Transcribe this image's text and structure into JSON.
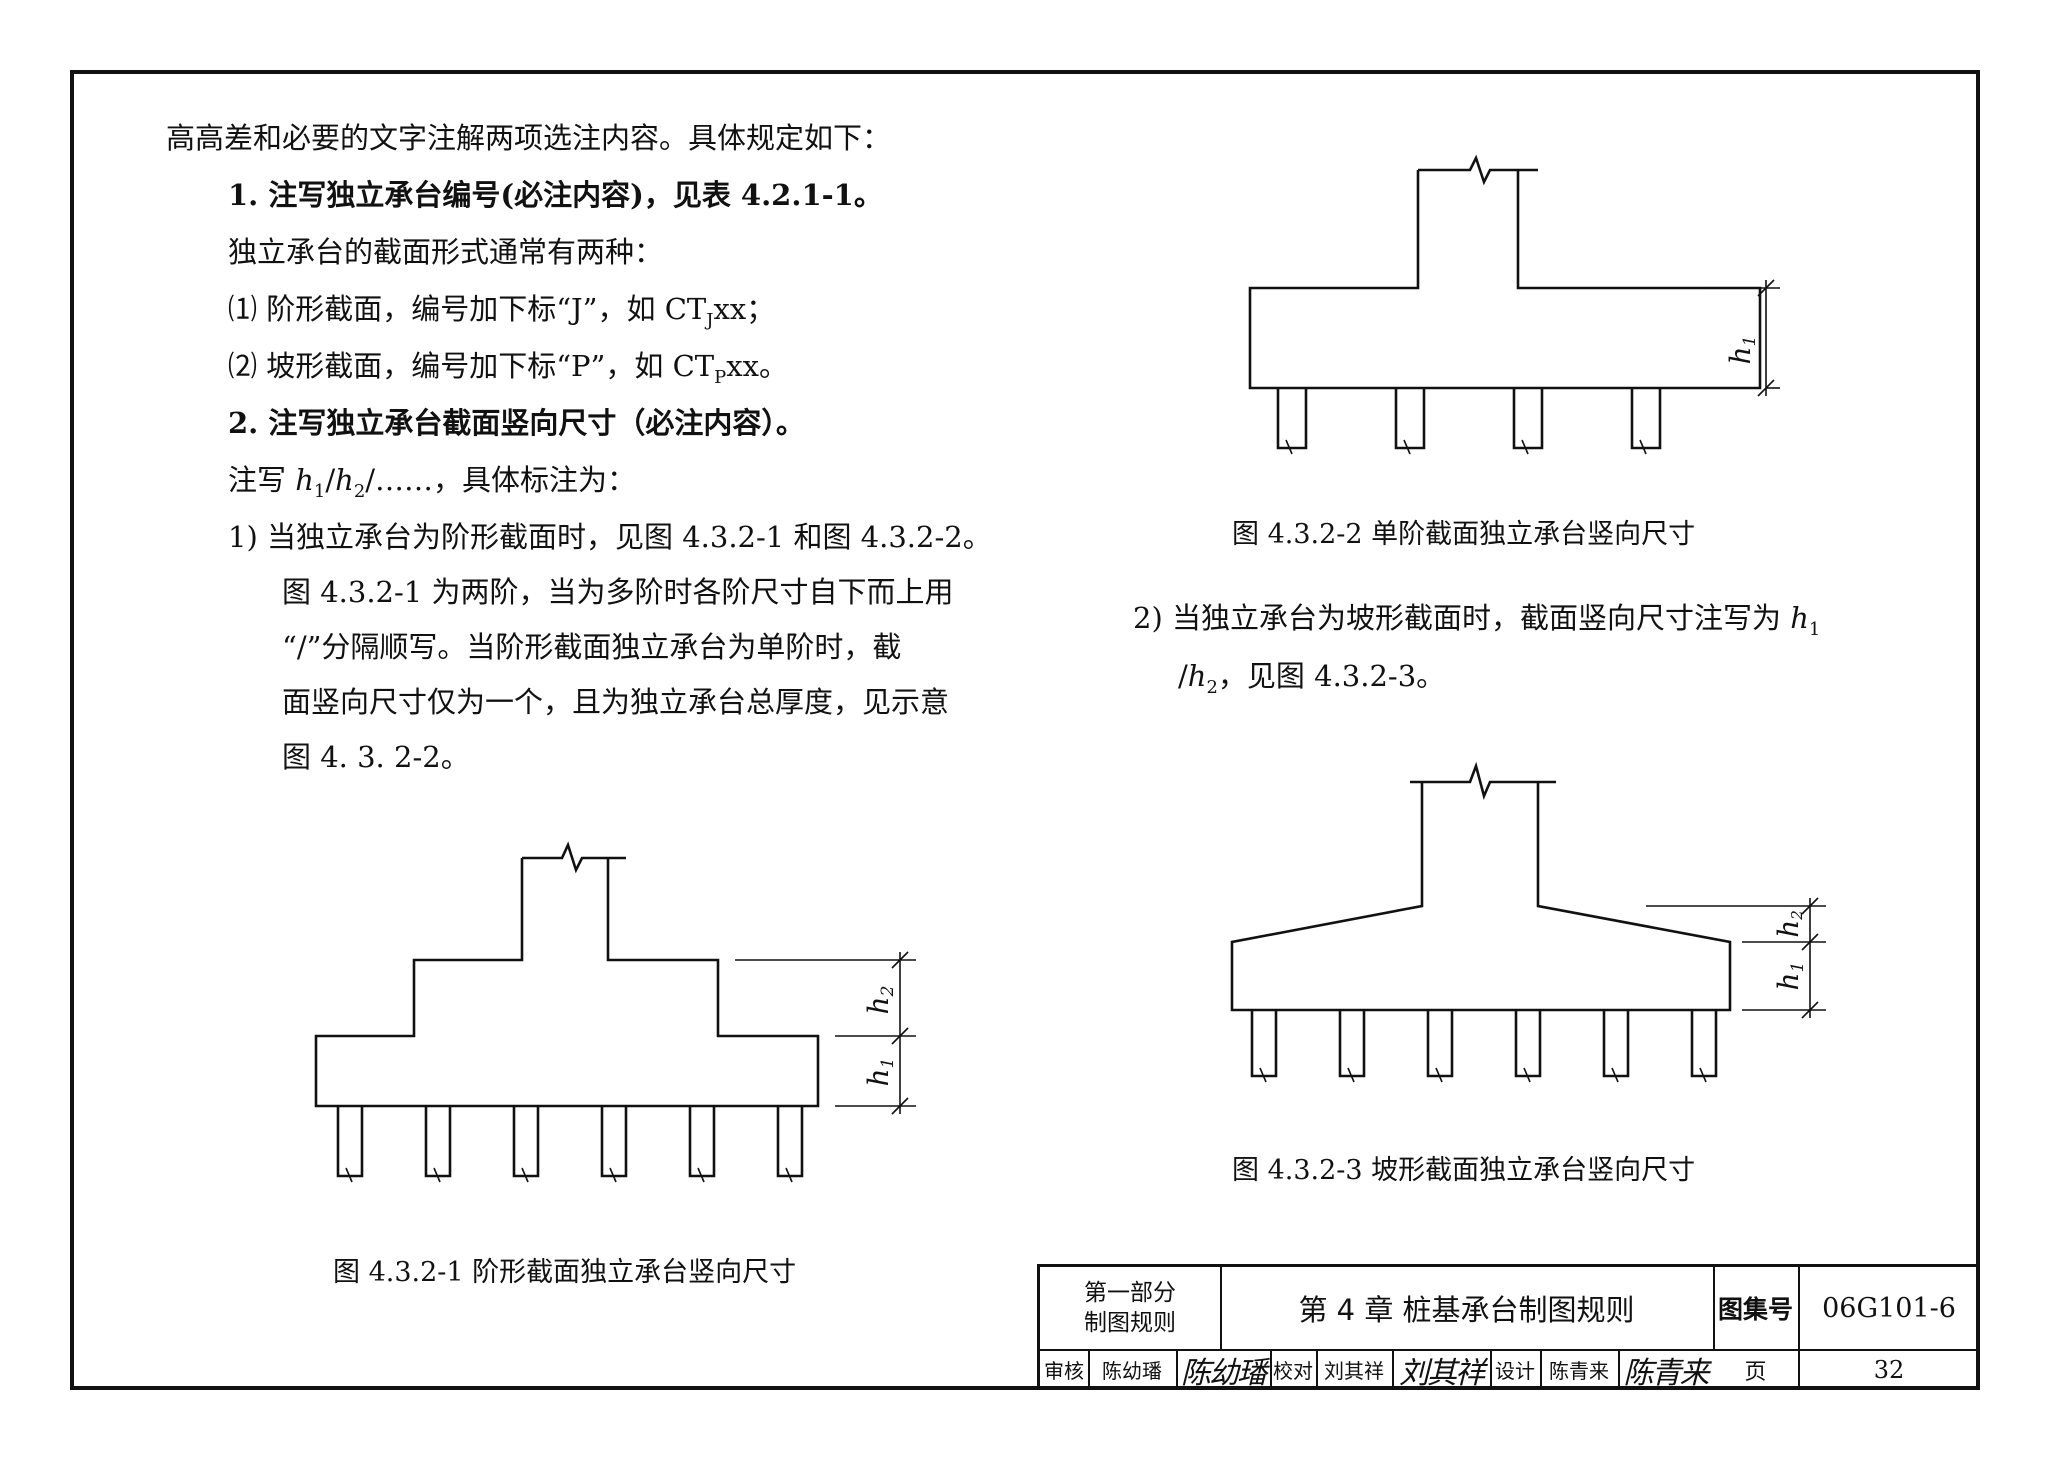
{
  "text": {
    "line1": "高高差和必要的文字注解两项选注内容。具体规定如下：",
    "item1": "1. 注写独立承台编号(必注内容)，见表 4.2.1-1。",
    "item1_desc": "独立承台的截面形式通常有两种：",
    "opt1_pre": "⑴ 阶形截面，编号加下标“J”，如 CT",
    "opt1_sub": "J",
    "opt1_post": "xx；",
    "opt2_pre": "⑵ 坡形截面，编号加下标“P”，如 CT",
    "opt2_sub": "P",
    "opt2_post": "xx。",
    "item2": "2. 注写独立承台截面竖向尺寸（必注内容）。",
    "note_pre": "注写 ",
    "note_h1": "h",
    "note_h1_sub": "1",
    "note_sep": "/",
    "note_h2": "h",
    "note_h2_sub": "2",
    "note_post": "/……，具体标注为：",
    "s1_l1": "1)  当独立承台为阶形截面时，见图 4.3.2-1 和图 4.3.2-2。",
    "s1_l2": "图 4.3.2-1 为两阶，当为多阶时各阶尺寸自下而上用",
    "s1_l3": "“/”分隔顺写。当阶形截面独立承台为单阶时，截",
    "s1_l4": "面竖向尺寸仅为一个，且为独立承台总厚度，见示意",
    "s1_l5": "图 4. 3. 2-2。",
    "s2_l1_pre": "2)  当独立承台为坡形截面时，截面竖向尺寸注写为 ",
    "s2_h1": "h",
    "s2_h1_sub": "1",
    "s2_l2_pre": "/",
    "s2_h2": "h",
    "s2_h2_sub": "2",
    "s2_l2_post": "，见图 4.3.2-3。"
  },
  "figures": {
    "fig1_caption": "图 4.3.2-1 阶形截面独立承台竖向尺寸",
    "fig2_caption": "图 4.3.2-2   单阶截面独立承台竖向尺寸",
    "fig3_caption": "图 4.3.2-3   坡形截面独立承台竖向尺寸",
    "dim_h": "h",
    "dim_1": "1",
    "dim_2": "2"
  },
  "title_block": {
    "part_line1": "第一部分",
    "part_line2": "制图规则",
    "chapter": "第 4 章  桩基承台制图规则",
    "atlas_label": "图集号",
    "atlas_no": "06G101-6",
    "review_label": "审核",
    "reviewer": "陈幼璠",
    "reviewer_sig": "陈幼璠",
    "check_label": "校对",
    "checker": "刘其祥",
    "checker_sig": "刘其祥",
    "design_label": "设计",
    "designer": "陈青来",
    "designer_sig": "陈青来",
    "page_label": "页",
    "page_no": "32"
  }
}
